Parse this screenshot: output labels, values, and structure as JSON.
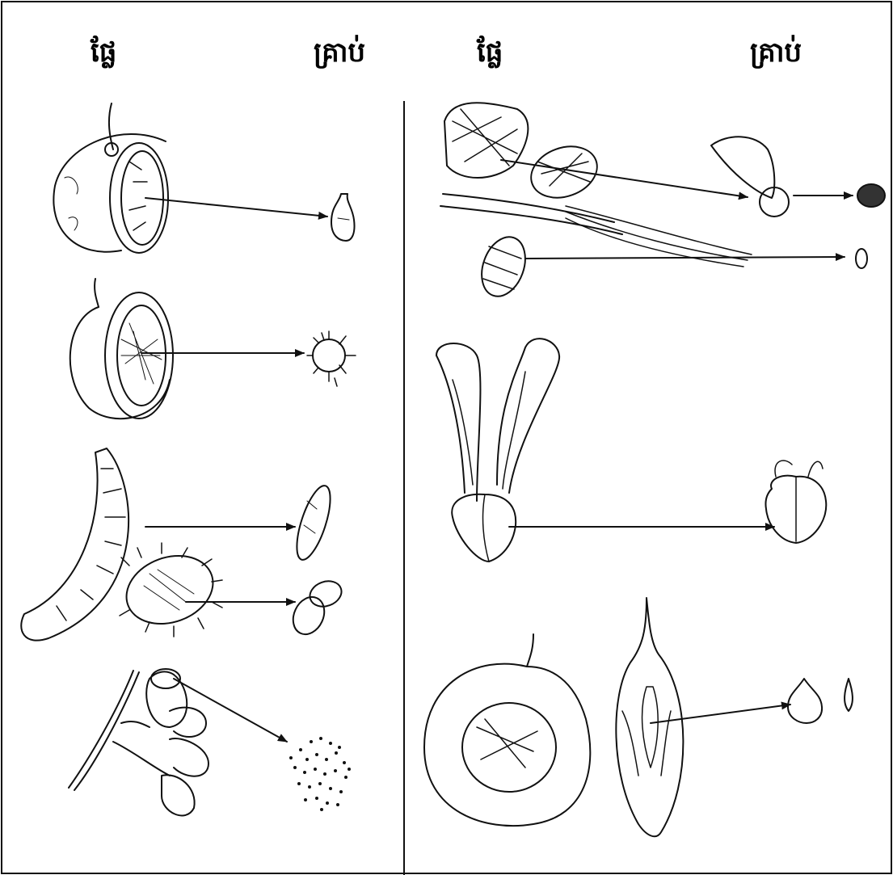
{
  "headers": {
    "left_fruit": "ផ្លែ",
    "left_seed": "គ្រាប់",
    "right_fruit": "ផ្លែ",
    "right_seed": "គ្រាប់"
  },
  "colors": {
    "ink": "#111111",
    "background": "#ffffff"
  },
  "illustrations": {
    "left": [
      "orange-fruit",
      "passion-fruit",
      "legume-pod",
      "spiky-capsule",
      "poppy-like-capsule"
    ],
    "right": [
      "pine-cone",
      "winged-pine-seed",
      "alder-cone",
      "maple-samara",
      "elm-samara",
      "milkweed-pod"
    ]
  }
}
